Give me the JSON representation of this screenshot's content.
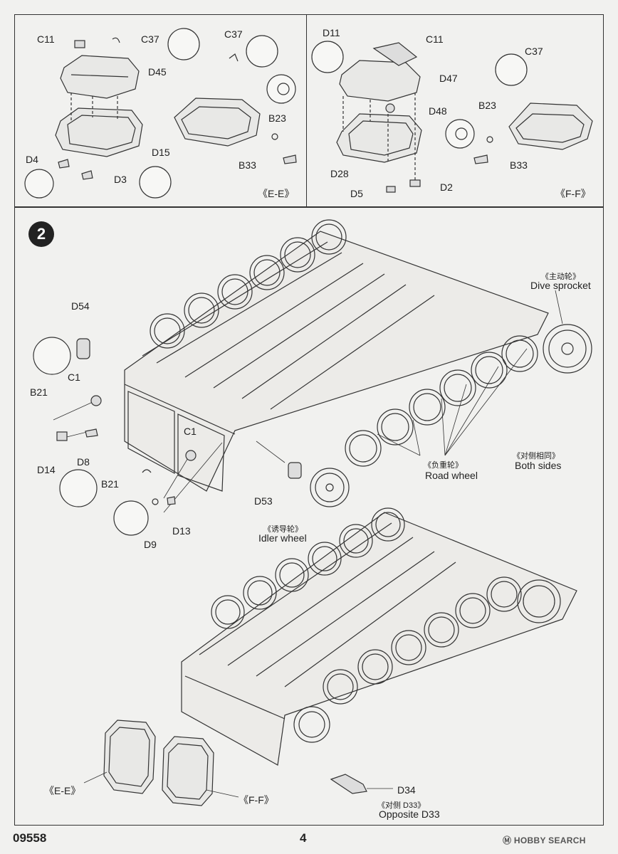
{
  "panels": {
    "ee": {
      "caption": "《E-E》",
      "parts": [
        "C11",
        "C37",
        "D45",
        "C37",
        "B23",
        "D15",
        "D4",
        "D3",
        "B33"
      ]
    },
    "ff": {
      "caption": "《F-F》",
      "parts": [
        "D11",
        "C11",
        "D47",
        "C37",
        "D48",
        "B23",
        "B33",
        "D28",
        "D5",
        "D2"
      ]
    }
  },
  "step": {
    "number": "2",
    "parts": {
      "d54": "D54",
      "c1_left": "C1",
      "b21_left": "B21",
      "d14": "D14",
      "d8": "D8",
      "c1_right": "C1",
      "b21_right": "B21",
      "d9": "D9",
      "d13": "D13",
      "d53": "D53",
      "d34": "D34"
    },
    "labels": {
      "sprocket_cn": "《主动轮》",
      "sprocket_en": "Dive sprocket",
      "road_cn": "《负重轮》",
      "road_en": "Road wheel",
      "both_cn": "《对侧相同》",
      "both_en": "Both sides",
      "idler_cn": "《诱导轮》",
      "idler_en": "Idler wheel",
      "opp_cn": "《对侧 D33》",
      "opp_en": "Opposite D33",
      "ee_ref": "《E-E》",
      "ff_ref": "《F-F》"
    }
  },
  "footer": {
    "product_code": "09558",
    "page_number": "4",
    "watermark": "Ⓜ HOBBY SEARCH"
  }
}
